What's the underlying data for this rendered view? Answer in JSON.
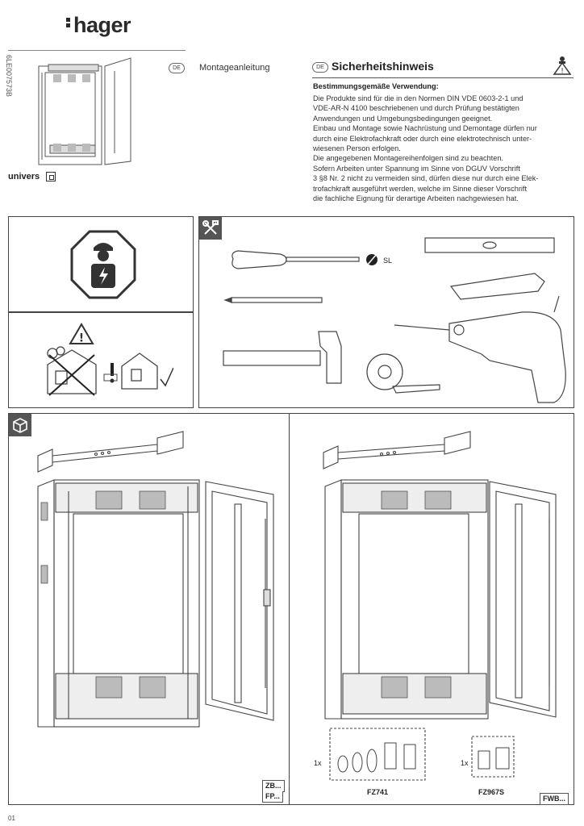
{
  "header": {
    "brand": "hager",
    "doc_number": "6LE007573B",
    "product_line": "univers",
    "lang_code": "DE",
    "doc_type": "Montageanleitung"
  },
  "safety": {
    "lang_code": "DE",
    "title": "Sicherheitshinweis",
    "subtitle": "Bestimmungsgemäße Verwendung:",
    "lines": [
      "Die Produkte sind für die in den Normen DIN VDE 0603-2-1 und",
      "VDE-AR-N 4100 beschriebenen und durch Prüfung bestätigten",
      "Anwendungen und Umgebungsbedingungen geeignet.",
      "Einbau und Montage sowie Nachrüstung und Demontage dürfen nur",
      "durch eine Elektrofachkraft oder durch eine elektrotechnisch unter-",
      "wiesenen Person erfolgen.",
      "Die angegebenen Montagereihenfolgen sind zu beachten.",
      "Sofern Arbeiten unter Spannung im Sinne von DGUV Vorschrift",
      "3 §8 Nr. 2 nicht zu vermeiden sind, dürfen diese nur durch eine Elek-",
      "trofachkraft ausgeführt werden, welche im Sinne dieser Vorschrift",
      "die fachliche Eignung für derartige Arbeiten nachgewiesen hat."
    ],
    "icon": "electrician-warning-icon"
  },
  "tools": {
    "screwdriver_label": "SL",
    "icon": "tools-icon"
  },
  "contents": {
    "icon": "package-icon",
    "left_labels": [
      "ZB...",
      "FP..."
    ],
    "right_label": "FWB...",
    "accessory_1": {
      "qty": "1x",
      "code": "FZ741"
    },
    "accessory_2": {
      "qty": "1x",
      "code": "FZ967S"
    }
  },
  "footer": {
    "page": "01"
  },
  "colors": {
    "icon_bg": "#555555",
    "line": "#444444"
  }
}
